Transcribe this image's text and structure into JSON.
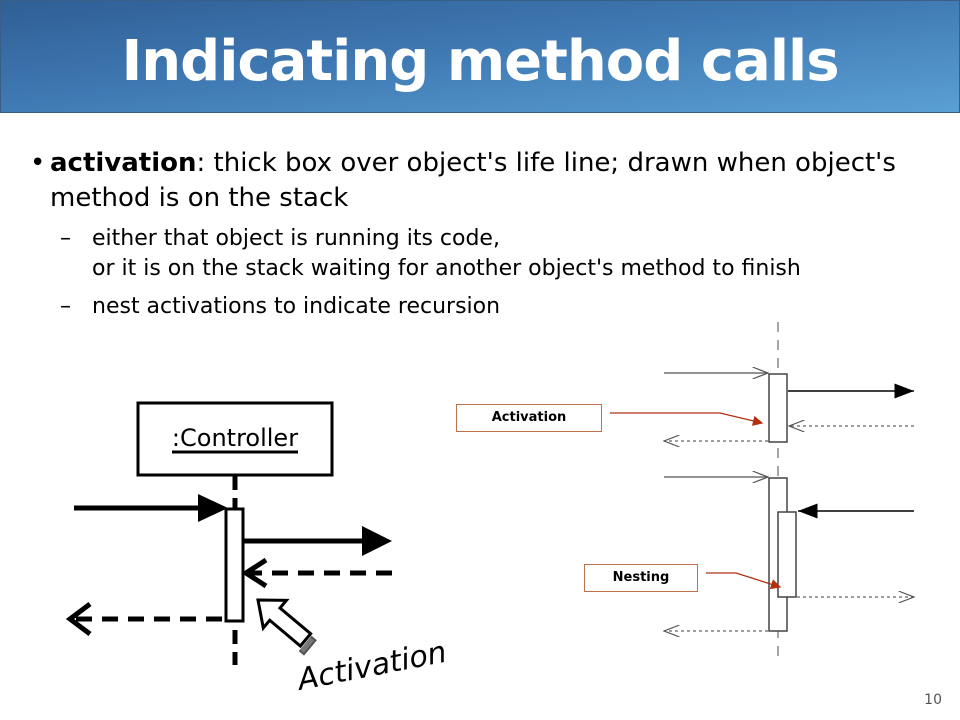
{
  "slide": {
    "title": "Indicating method calls",
    "bullet": {
      "term": "activation",
      "text": ": thick box over object's life line; drawn when object's method is on the stack"
    },
    "subbullets": [
      {
        "lines": [
          "either that object is running its code,",
          "or it is on the stack waiting for another object's method to finish"
        ]
      },
      {
        "lines": [
          "nest activations to indicate recursion"
        ]
      }
    ],
    "page_number": "10"
  },
  "left_diagram": {
    "object_label": ":Controller",
    "handwritten_label": "Activation"
  },
  "right_diagram": {
    "activation_label": "Activation",
    "nesting_label": "Nesting"
  }
}
